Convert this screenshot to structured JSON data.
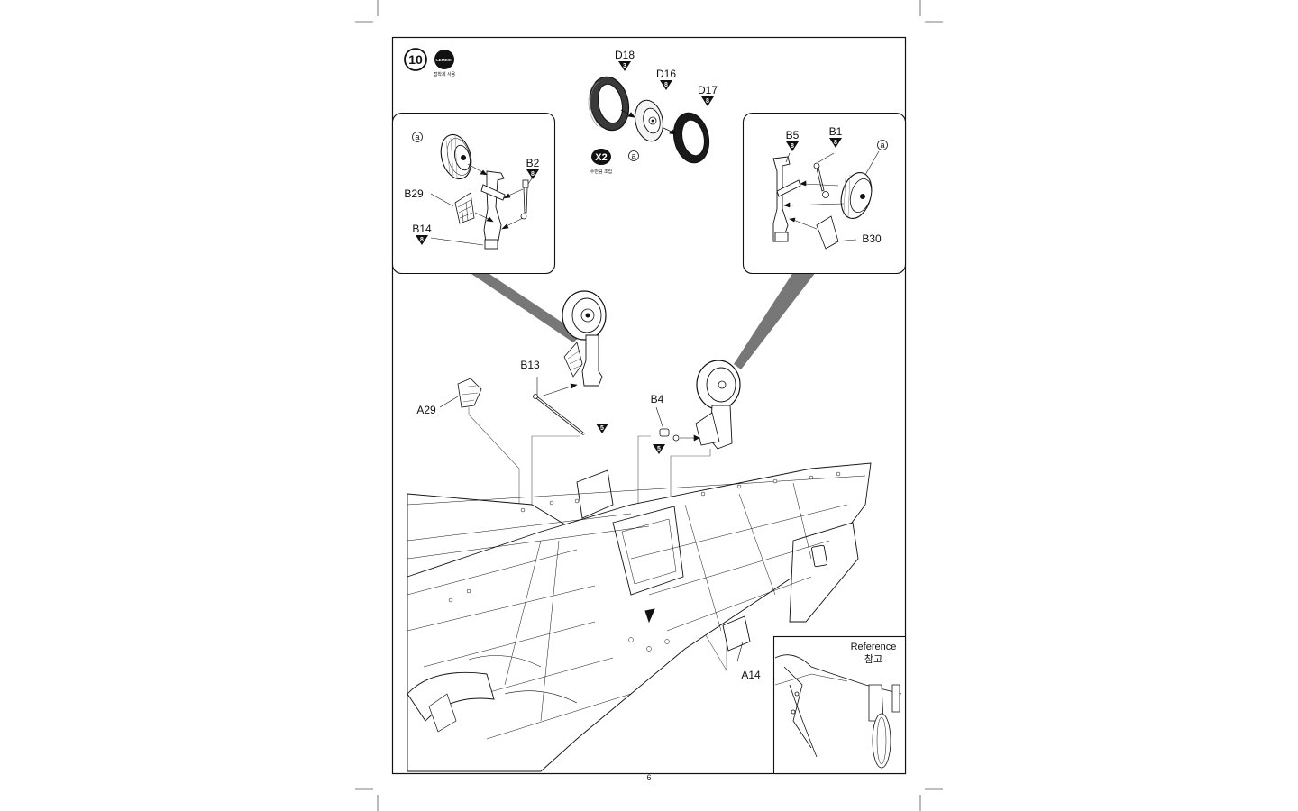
{
  "step": {
    "number": "10",
    "cement_badge": "CEMENT",
    "cement_note": "접착제 사용",
    "assemble_times": "X2",
    "assemble_note": "수만큼 조립"
  },
  "wheel_parts": [
    {
      "id": "D18",
      "count": "3"
    },
    {
      "id": "D16",
      "count": "8"
    },
    {
      "id": "D17",
      "count": "8"
    }
  ],
  "subassembly_marker": "a",
  "left_inset": {
    "marker": "a",
    "parts": [
      {
        "id": "B2",
        "count": "8"
      },
      {
        "id": "B29",
        "count": ""
      },
      {
        "id": "B14",
        "count": "8"
      }
    ]
  },
  "right_inset": {
    "marker": "a",
    "parts": [
      {
        "id": "B5",
        "count": "8"
      },
      {
        "id": "B1",
        "count": "8"
      },
      {
        "id": "B30",
        "count": ""
      }
    ]
  },
  "main_parts": [
    {
      "id": "B13",
      "count": "5"
    },
    {
      "id": "A29",
      "count": ""
    },
    {
      "id": "B4",
      "count": "5"
    },
    {
      "id": "A14",
      "count": ""
    }
  ],
  "reference": {
    "title_en": "Reference",
    "title_ko": "참고"
  },
  "page_number": "6",
  "colors": {
    "ink": "#111111",
    "tire": "#3a3a3a",
    "tire_dark": "#1a1a1a",
    "paper": "#ffffff",
    "leader": "#555555"
  }
}
